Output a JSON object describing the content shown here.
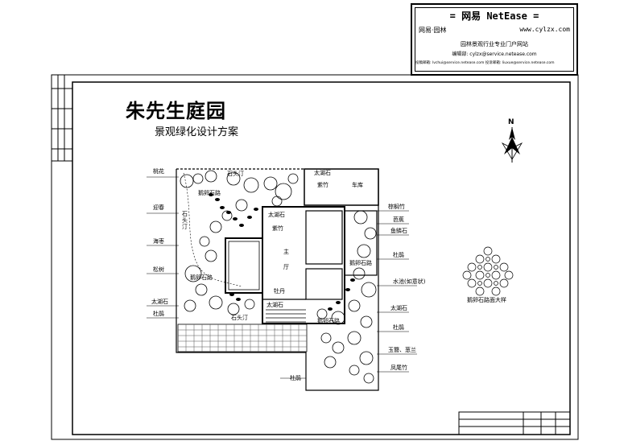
{
  "stamp": {
    "brand": "= 网易 NetEase =",
    "brand_cn": "网易·园林",
    "site": "www.cylzx.com",
    "tagline": "园林景观行业专业门户网站",
    "contact": "编辑部: cylzx@service.netease.com",
    "footer": "投稿邮箱: lvchui@service.netease.com    投诉邮箱: liuxue@service.netease.com"
  },
  "drawing": {
    "title": "朱先生庭园",
    "subtitle": "景观绿化设计方案",
    "north": "N",
    "labels_left": [
      "桃花",
      "迎春",
      "海枣",
      "松树",
      "太湖石",
      "杜鹃"
    ],
    "labels_right": [
      "棕榈竹",
      "芭蕉",
      "鱼鳞石",
      "杜鹃",
      "水池(如意状)",
      "太湖石",
      "杜鹃",
      "玉簪、葱兰",
      "凤尾竹"
    ],
    "labels_inner": {
      "top_path": "石头汀",
      "top_paving": "鹅卵石路",
      "left_path": "石头汀",
      "lawn": "鹅卵石路",
      "taihu_top": "太湖石",
      "bamboo_top": "紫竹",
      "garage": "车库",
      "taihu_mid": "太湖石",
      "bamboo_mid": "紫竹",
      "hall_1": "主",
      "hall_2": "厅",
      "peony": "牡丹",
      "taihu_low": "太湖石",
      "stone_path_low": "石头汀",
      "pebble_path_low": "鹅卵石路",
      "pebble_right": "鹅卵石路",
      "bottom_azalea": "杜鹃"
    },
    "pattern_caption": "鹅卵石路面大样"
  }
}
